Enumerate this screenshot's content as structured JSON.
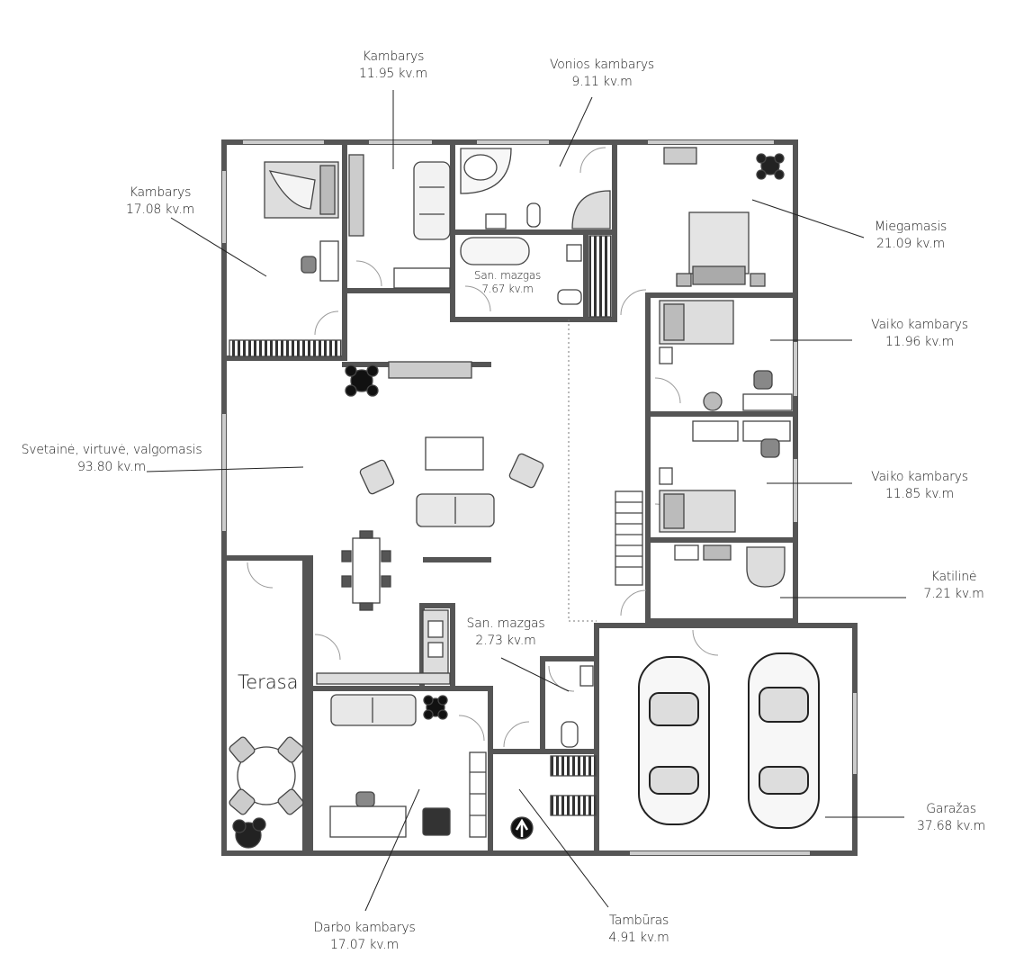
{
  "rooms": [
    {
      "name": "Kambarys",
      "area": "11.95 kv.m"
    },
    {
      "name": "Vonios kambarys",
      "area": "9.11 kv.m"
    },
    {
      "name": "Kambarys",
      "area": "17.08 kv.m"
    },
    {
      "name": "Miegamasis",
      "area": "21.09 kv.m"
    },
    {
      "name": "San. mazgas",
      "area": "7.67 kv.m"
    },
    {
      "name": "Vaiko kambarys",
      "area": "11.96 kv.m"
    },
    {
      "name": "Svetainė, virtuvė, valgomasis",
      "area": "93.80 kv.m"
    },
    {
      "name": "Vaiko kambarys",
      "area": "11.85 kv.m"
    },
    {
      "name": "Katilinė",
      "area": "7.21 kv.m"
    },
    {
      "name": "San. mazgas",
      "area": "2.73 kv.m"
    },
    {
      "name": "Garažas",
      "area": "37.68 kv.m"
    },
    {
      "name": "Darbo kambarys",
      "area": "17.07 kv.m"
    },
    {
      "name": "Tambūras",
      "area": "4.91 kv.m"
    }
  ],
  "terrace_label": "Terasa"
}
